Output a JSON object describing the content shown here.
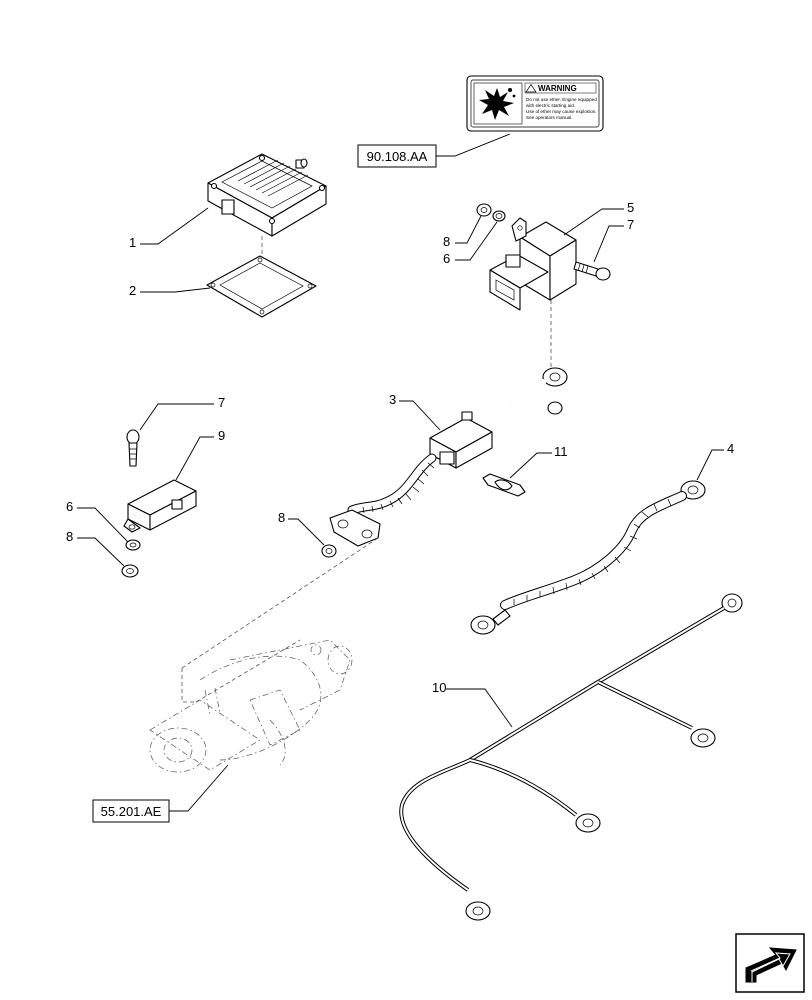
{
  "callouts": {
    "c1": "1",
    "c2": "2",
    "c3": "3",
    "c4": "4",
    "c5": "5",
    "c6a": "6",
    "c6b": "6",
    "c7a": "7",
    "c7b": "7",
    "c8a": "8",
    "c8b": "8",
    "c8c": "8",
    "c9": "9",
    "c10": "10",
    "c11": "11"
  },
  "references": {
    "warning_decal": "90.108.AA",
    "starter_motor": "55.201.AE"
  },
  "warning_label": {
    "title": "WARNING",
    "line1": "Do not use ether. Engine equipped",
    "line2": "with electric starting aid.",
    "line3": "Use of ether may cause explosion.",
    "line4": "See operators manual."
  },
  "nav_icon": "next-page-arrow-icon"
}
